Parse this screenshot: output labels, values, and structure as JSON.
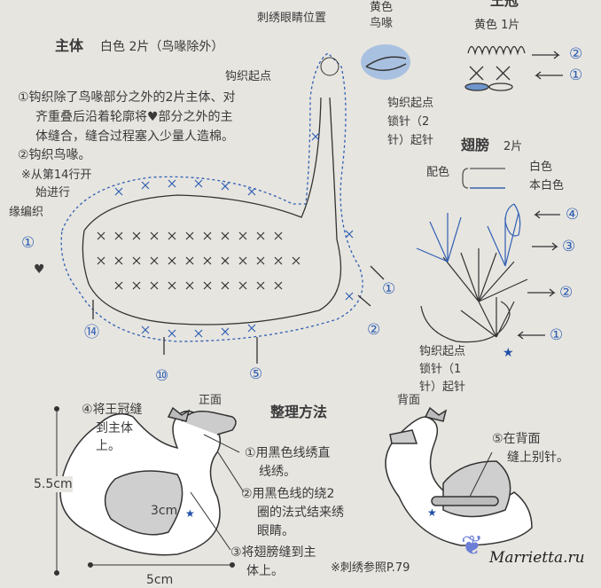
{
  "body_section": {
    "title": "主体",
    "spec": "白色  2片（鸟喙除外）",
    "eye_position": "刺绣眼睛位置",
    "beak_color": "黄色",
    "beak_label": "鸟喙",
    "start_point": "钩织起点",
    "instructions": [
      "①钩织除了鸟喙部分之外的2片主体、对",
      "齐重叠后沿着轮廓将♥部分之外的主",
      "体缝合，缝合过程塞入少量人造棉。",
      "②钩织鸟喙。"
    ],
    "note": [
      "※从第14行开",
      "始进行",
      "缘编织"
    ],
    "row_markers": [
      "①",
      "♥",
      "⑭",
      "⑩",
      "⑤",
      "②",
      "①"
    ]
  },
  "crown_section": {
    "title": "王冠",
    "spec": "黄色  1片",
    "row_markers": [
      "②",
      "①"
    ],
    "start_note": [
      "钩织起点",
      "锁针（2",
      "针）起针"
    ]
  },
  "wing_section": {
    "title": "翅膀",
    "spec": "2片",
    "color_label": "配色",
    "colors": [
      "白色",
      "本白色"
    ],
    "row_markers": [
      "④",
      "③",
      "②",
      "①"
    ],
    "start_note": [
      "钩织起点",
      "锁针（1",
      "针）起针"
    ],
    "line_colors": {
      "white": "#333333",
      "offwhite": "#2f5fb3"
    }
  },
  "finishing": {
    "title": "整理方法",
    "front_label": "正面",
    "back_label": "背面",
    "step4": [
      "④将王冠缝",
      "到主体",
      "上。"
    ],
    "step1": [
      "①用黑色线绣直",
      "线绣。"
    ],
    "step2": [
      "②用黑色线的绕2",
      "圈的法式结来绣",
      "眼睛。"
    ],
    "step3": [
      "③将翅膀缝到主",
      "体上。"
    ],
    "step5": [
      "⑤在背面",
      "缝上别针。"
    ],
    "reference": "※刺绣参照P.79",
    "height_dim": "5.5cm",
    "width_dim": "5cm",
    "wing_dim": "3cm"
  },
  "watermark": "Marrietta.ru"
}
